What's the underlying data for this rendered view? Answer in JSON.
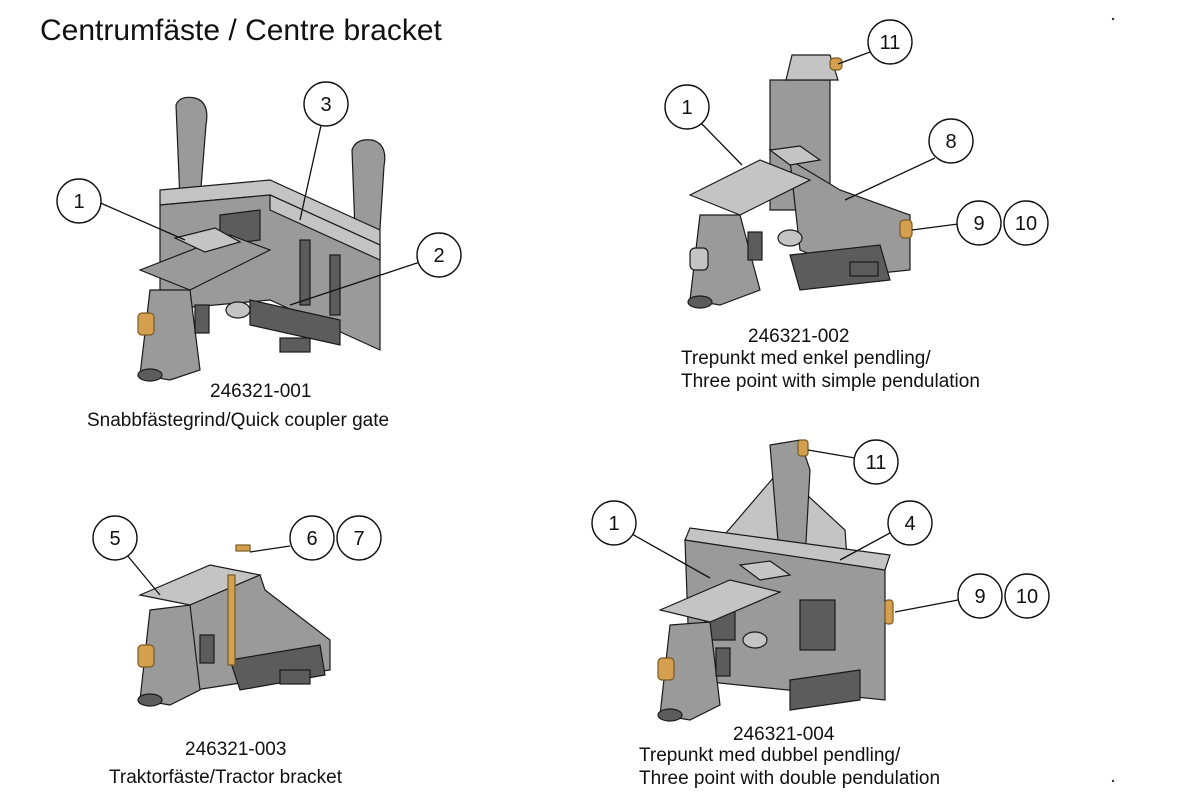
{
  "title": "Centrumfäste / Centre bracket",
  "assemblies": [
    {
      "part_no": "246321-001",
      "caption_lines": [
        "Snabbfästegrind/Quick coupler gate"
      ],
      "callouts": [
        "1",
        "2",
        "3"
      ]
    },
    {
      "part_no": "246321-002",
      "caption_lines": [
        "Trepunkt med enkel pendling/",
        "Three point with simple pendulation"
      ],
      "callouts": [
        "1",
        "8",
        "9",
        "10",
        "11"
      ]
    },
    {
      "part_no": "246321-003",
      "caption_lines": [
        "Traktorfäste/Tractor bracket"
      ],
      "callouts": [
        "5",
        "6",
        "7"
      ]
    },
    {
      "part_no": "246321-004",
      "caption_lines": [
        "Trepunkt med dubbel pendling/",
        "Three point with double pendulation"
      ],
      "callouts": [
        "1",
        "4",
        "9",
        "10",
        "11"
      ]
    }
  ],
  "colors": {
    "steel": "#9a9a9a",
    "steel_dark": "#5c5c5c",
    "steel_light": "#c4c4c4",
    "brass": "#d4a050",
    "outline": "#1a1a1a"
  }
}
